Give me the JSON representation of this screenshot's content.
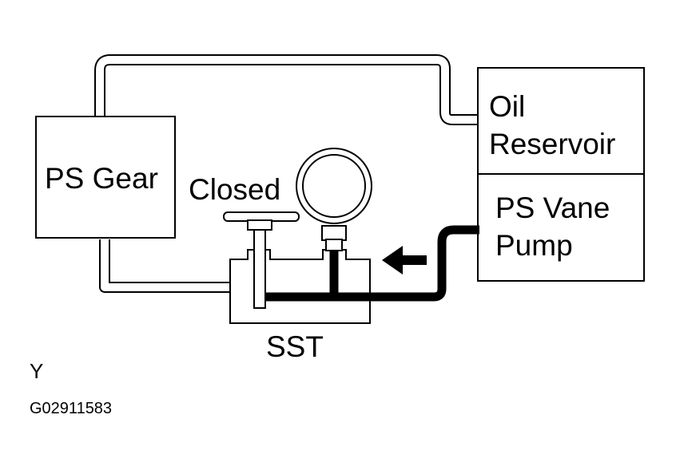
{
  "labels": {
    "ps_gear": "PS Gear",
    "closed": "Closed",
    "oil_reservoir_line1": "Oil",
    "oil_reservoir_line2": "Reservoir",
    "ps_vane_pump_line1": "PS Vane",
    "ps_vane_pump_line2": "Pump",
    "sst": "SST",
    "corner_mark": "Y",
    "figure_code": "G02911583"
  },
  "colors": {
    "stroke": "#000000",
    "background": "#ffffff"
  },
  "icons": {
    "flow_arrow": "arrow-left-icon",
    "gauge": "pressure-gauge-icon",
    "valve": "valve-handle-icon"
  }
}
